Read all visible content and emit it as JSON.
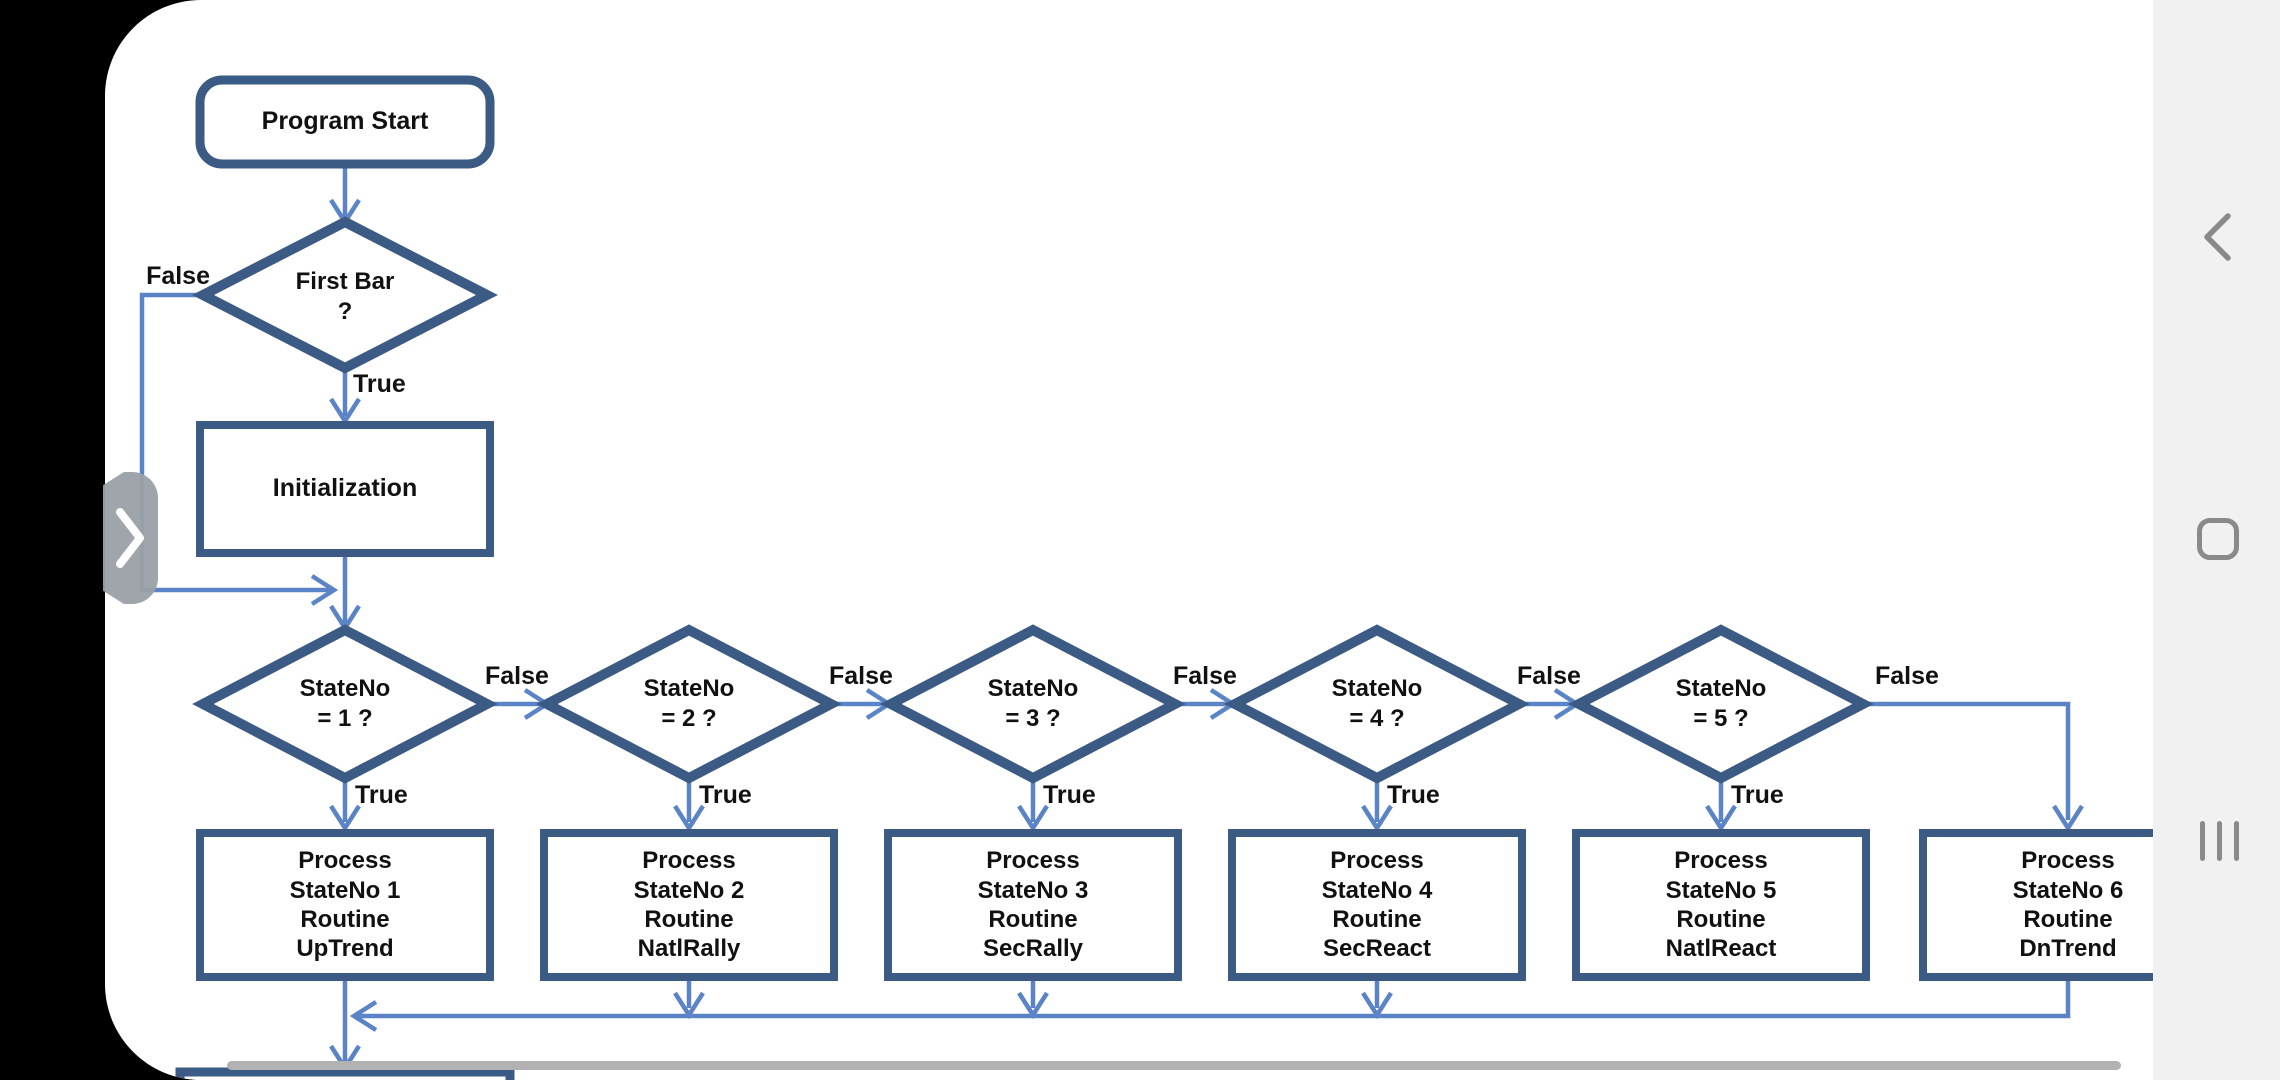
{
  "colors": {
    "shape_border": "#3b5a84",
    "connector_blue": "#5b84c6",
    "node_text": "#111111",
    "nav_panel_bg": "#f1f1f2",
    "nav_icon_gray": "#8a8a8a",
    "scrollbar_gray": "#b2b2b2",
    "edge_handle_gray": "#9ca1a7",
    "background_black": "#000000"
  },
  "flowchart": {
    "start": {
      "label": "Program Start"
    },
    "first_bar": {
      "label": "First Bar\n?",
      "true_label": "True",
      "false_label": "False"
    },
    "init": {
      "label": "Initialization"
    },
    "decisions": [
      {
        "label": "StateNo\n= 1 ?",
        "true_label": "True",
        "false_label": "False"
      },
      {
        "label": "StateNo\n= 2 ?",
        "true_label": "True",
        "false_label": "False"
      },
      {
        "label": "StateNo\n= 3 ?",
        "true_label": "True",
        "false_label": "False"
      },
      {
        "label": "StateNo\n= 4 ?",
        "true_label": "True",
        "false_label": "False"
      },
      {
        "label": "StateNo\n= 5 ?",
        "true_label": "True",
        "false_label": "False"
      }
    ],
    "processes": [
      {
        "label": "Process\nStateNo 1\nRoutine\nUpTrend"
      },
      {
        "label": "Process\nStateNo 2\nRoutine\nNatlRally"
      },
      {
        "label": "Process\nStateNo 3\nRoutine\nSecRally"
      },
      {
        "label": "Process\nStateNo 4\nRoutine\nSecReact"
      },
      {
        "label": "Process\nStateNo 5\nRoutine\nNatlReact"
      },
      {
        "label": "Process\nStateNo 6\nRoutine\nDnTrend"
      }
    ]
  },
  "edge_panel": {
    "handle_icon": "chevron-right"
  },
  "nav_bar": {
    "back_icon": "chevron-left",
    "home_icon": "rounded-square",
    "recents_icon": "three-vertical-bars"
  }
}
